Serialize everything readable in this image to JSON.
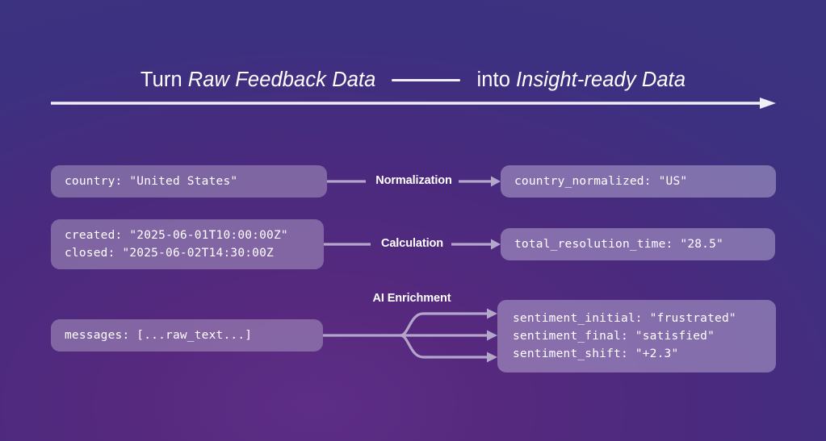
{
  "title": {
    "lead": "Turn",
    "source_em": "Raw Feedback Data",
    "connector_icon": "horizontal-rule-icon",
    "mid": "into",
    "target_em": "Insight-ready Data"
  },
  "main_arrow": {
    "icon": "long-right-arrow-icon"
  },
  "colors": {
    "background_dark": "#0a0510",
    "background_purple": "#56297e",
    "background_indigo": "#3a3380",
    "box_fill": "#8878b0",
    "connector": "#b3a6cb",
    "text": "#ffffff"
  },
  "rows": [
    {
      "id": "normalization",
      "input_lines": [
        "country: \"United States\""
      ],
      "stage_label": "Normalization",
      "output_lines": [
        "country_normalized: \"US\""
      ],
      "branches": 1
    },
    {
      "id": "calculation",
      "input_lines": [
        "created: \"2025-06-01T10:00:00Z\"",
        "closed: \"2025-06-02T14:30:00Z"
      ],
      "stage_label": "Calculation",
      "output_lines": [
        "total_resolution_time: \"28.5\""
      ],
      "branches": 1
    },
    {
      "id": "ai-enrichment",
      "input_lines": [
        "messages: [...raw_text...]"
      ],
      "stage_label": "AI Enrichment",
      "output_lines": [
        "sentiment_initial: \"frustrated\"",
        "sentiment_final: \"satisfied\"",
        "sentiment_shift: \"+2.3\""
      ],
      "branches": 3
    }
  ]
}
